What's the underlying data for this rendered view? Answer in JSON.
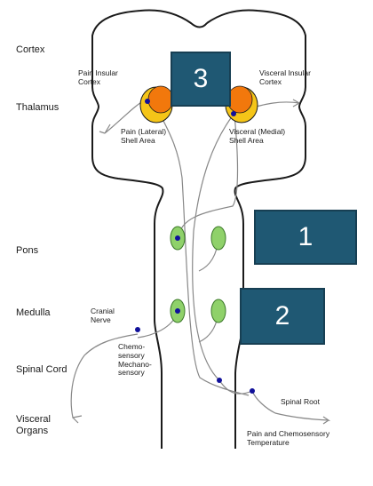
{
  "levels": {
    "cortex": "Cortex",
    "thalamus": "Thalamus",
    "pons": "Pons",
    "medulla": "Medulla",
    "spinal_cord": "Spinal Cord",
    "visceral_organs": [
      "Visceral",
      "Organs"
    ]
  },
  "labels": {
    "pain_insular_cortex": [
      "Pain Insular",
      "Cortex"
    ],
    "visceral_insular_cortex": [
      "Visceral Insular",
      "Cortex"
    ],
    "pain_lateral_shell": [
      "Pain (Lateral)",
      "Shell Area"
    ],
    "visceral_medial_shell": [
      "Visceral (Medial)",
      "Shell Area"
    ],
    "cranial_nerve": [
      "Cranial",
      "Nerve"
    ],
    "chemosensory": [
      "Chemo-",
      "sensory",
      "Mechano-",
      "sensory"
    ],
    "spinal_root": "Spinal Root",
    "pain_chemosensory_temperature": [
      "Pain and Chemosensory",
      "Temperature"
    ]
  },
  "markers": {
    "marker_1": "1",
    "marker_2": "2",
    "marker_3": "3"
  },
  "colors": {
    "outline": "#1a1a1a",
    "pathway": "#888888",
    "nucleus_green": "#8fd16a",
    "thalamus_orange": "#f2780c",
    "thalamus_yellow": "#f5c518",
    "neuron_dot": "#10109a",
    "marker_box": "#1f5873"
  }
}
